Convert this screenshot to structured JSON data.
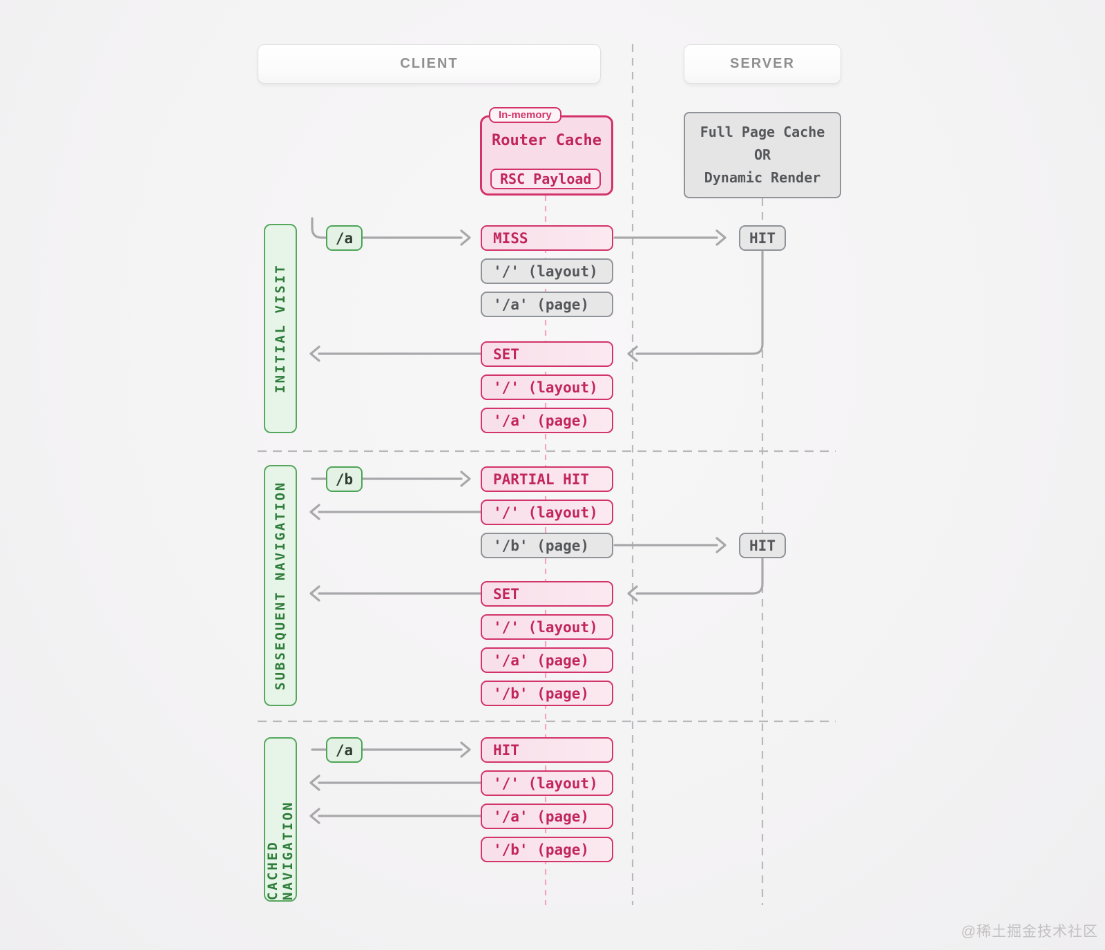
{
  "headers": {
    "client": "CLIENT",
    "server": "SERVER"
  },
  "client_cache": {
    "badge": "In-memory",
    "title": "Router Cache",
    "payload_chip": "RSC Payload"
  },
  "server_store": {
    "line1": "Full Page Cache",
    "line2": "OR",
    "line3": "Dynamic Render"
  },
  "sections": {
    "initial": {
      "label": "INITIAL VISIT",
      "route_chip": "/a",
      "cache_result": "MISS",
      "request_segments": {
        "layout": "'/' (layout)",
        "page": "'/a' (page)"
      },
      "server_result": "HIT",
      "set_action": "SET",
      "set_segments": {
        "layout": "'/' (layout)",
        "page": "'/a' (page)"
      }
    },
    "subsequent": {
      "label": "SUBSEQUENT NAVIGATION",
      "route_chip": "/b",
      "cache_result": "PARTIAL HIT",
      "cached_segment": "'/' (layout)",
      "request_segment": "'/b' (page)",
      "server_result": "HIT",
      "set_action": "SET",
      "set_segments": {
        "layout": "'/' (layout)",
        "page_a": "'/a' (page)",
        "page_b": "'/b' (page)"
      }
    },
    "cached": {
      "label": "CACHED NAVIGATION",
      "route_chip": "/a",
      "cache_result": "HIT",
      "segments": {
        "layout": "'/' (layout)",
        "page_a": "'/a' (page)",
        "page_b": "'/b' (page)"
      }
    }
  },
  "colors": {
    "pink": "#d23369",
    "pink_fill": "#f8dfe9",
    "pink_dash": "#f2a5c0",
    "green": "#4da457",
    "green_fill": "#e3f2e4",
    "gray_border": "#8f9296",
    "gray_fill": "#e7e7e8",
    "arrow": "#a8a8aa"
  },
  "page": {
    "watermark": "@稀土掘金技术社区"
  }
}
